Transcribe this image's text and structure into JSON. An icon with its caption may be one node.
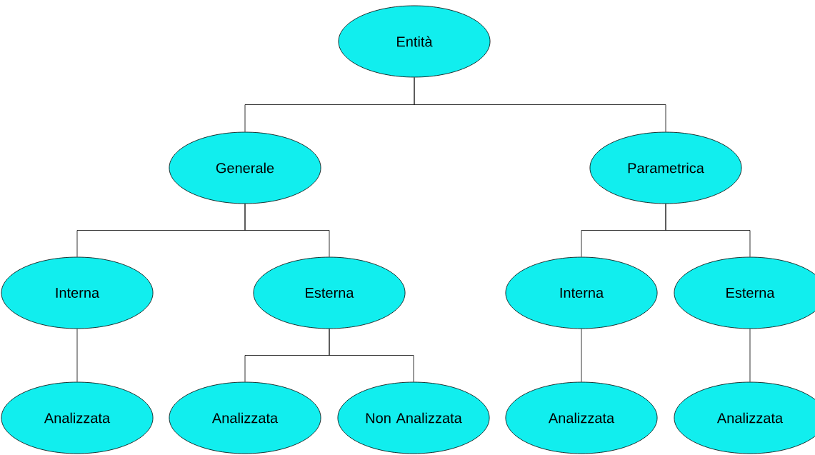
{
  "diagram": {
    "nodes": [
      {
        "text": [
          "Entità"
        ]
      },
      {
        "text": [
          "Generale"
        ]
      },
      {
        "text": [
          "Parametrica"
        ]
      },
      {
        "text": [
          "Interna"
        ]
      },
      {
        "text": [
          "Esterna"
        ]
      },
      {
        "text": [
          "Analizzata"
        ]
      },
      {
        "text": [
          "Analizzata"
        ]
      },
      {
        "text": [
          "Non Analizzata"
        ]
      },
      {
        "text": [
          "Interna"
        ]
      },
      {
        "text": [
          "Esterna"
        ]
      },
      {
        "text": [
          "Analizzata"
        ]
      },
      {
        "text": [
          "Analizzata"
        ]
      }
    ],
    "edges": [
      {
        "from": 0,
        "to": 1,
        "arrow": "none"
      },
      {
        "from": 0,
        "to": 2,
        "arrow": "none"
      },
      {
        "from": 1,
        "to": 3,
        "arrow": "none"
      },
      {
        "from": 1,
        "to": 4,
        "arrow": "none"
      },
      {
        "from": 3,
        "to": 5,
        "arrow": "none"
      },
      {
        "from": 4,
        "to": 6,
        "arrow": "none"
      },
      {
        "from": 4,
        "to": 7,
        "arrow": "none"
      },
      {
        "from": 2,
        "to": 8,
        "arrow": "none"
      },
      {
        "from": 2,
        "to": 9,
        "arrow": "none"
      },
      {
        "from": 8,
        "to": 10,
        "arrow": "none"
      },
      {
        "from": 9,
        "to": 11,
        "arrow": "none"
      }
    ]
  }
}
